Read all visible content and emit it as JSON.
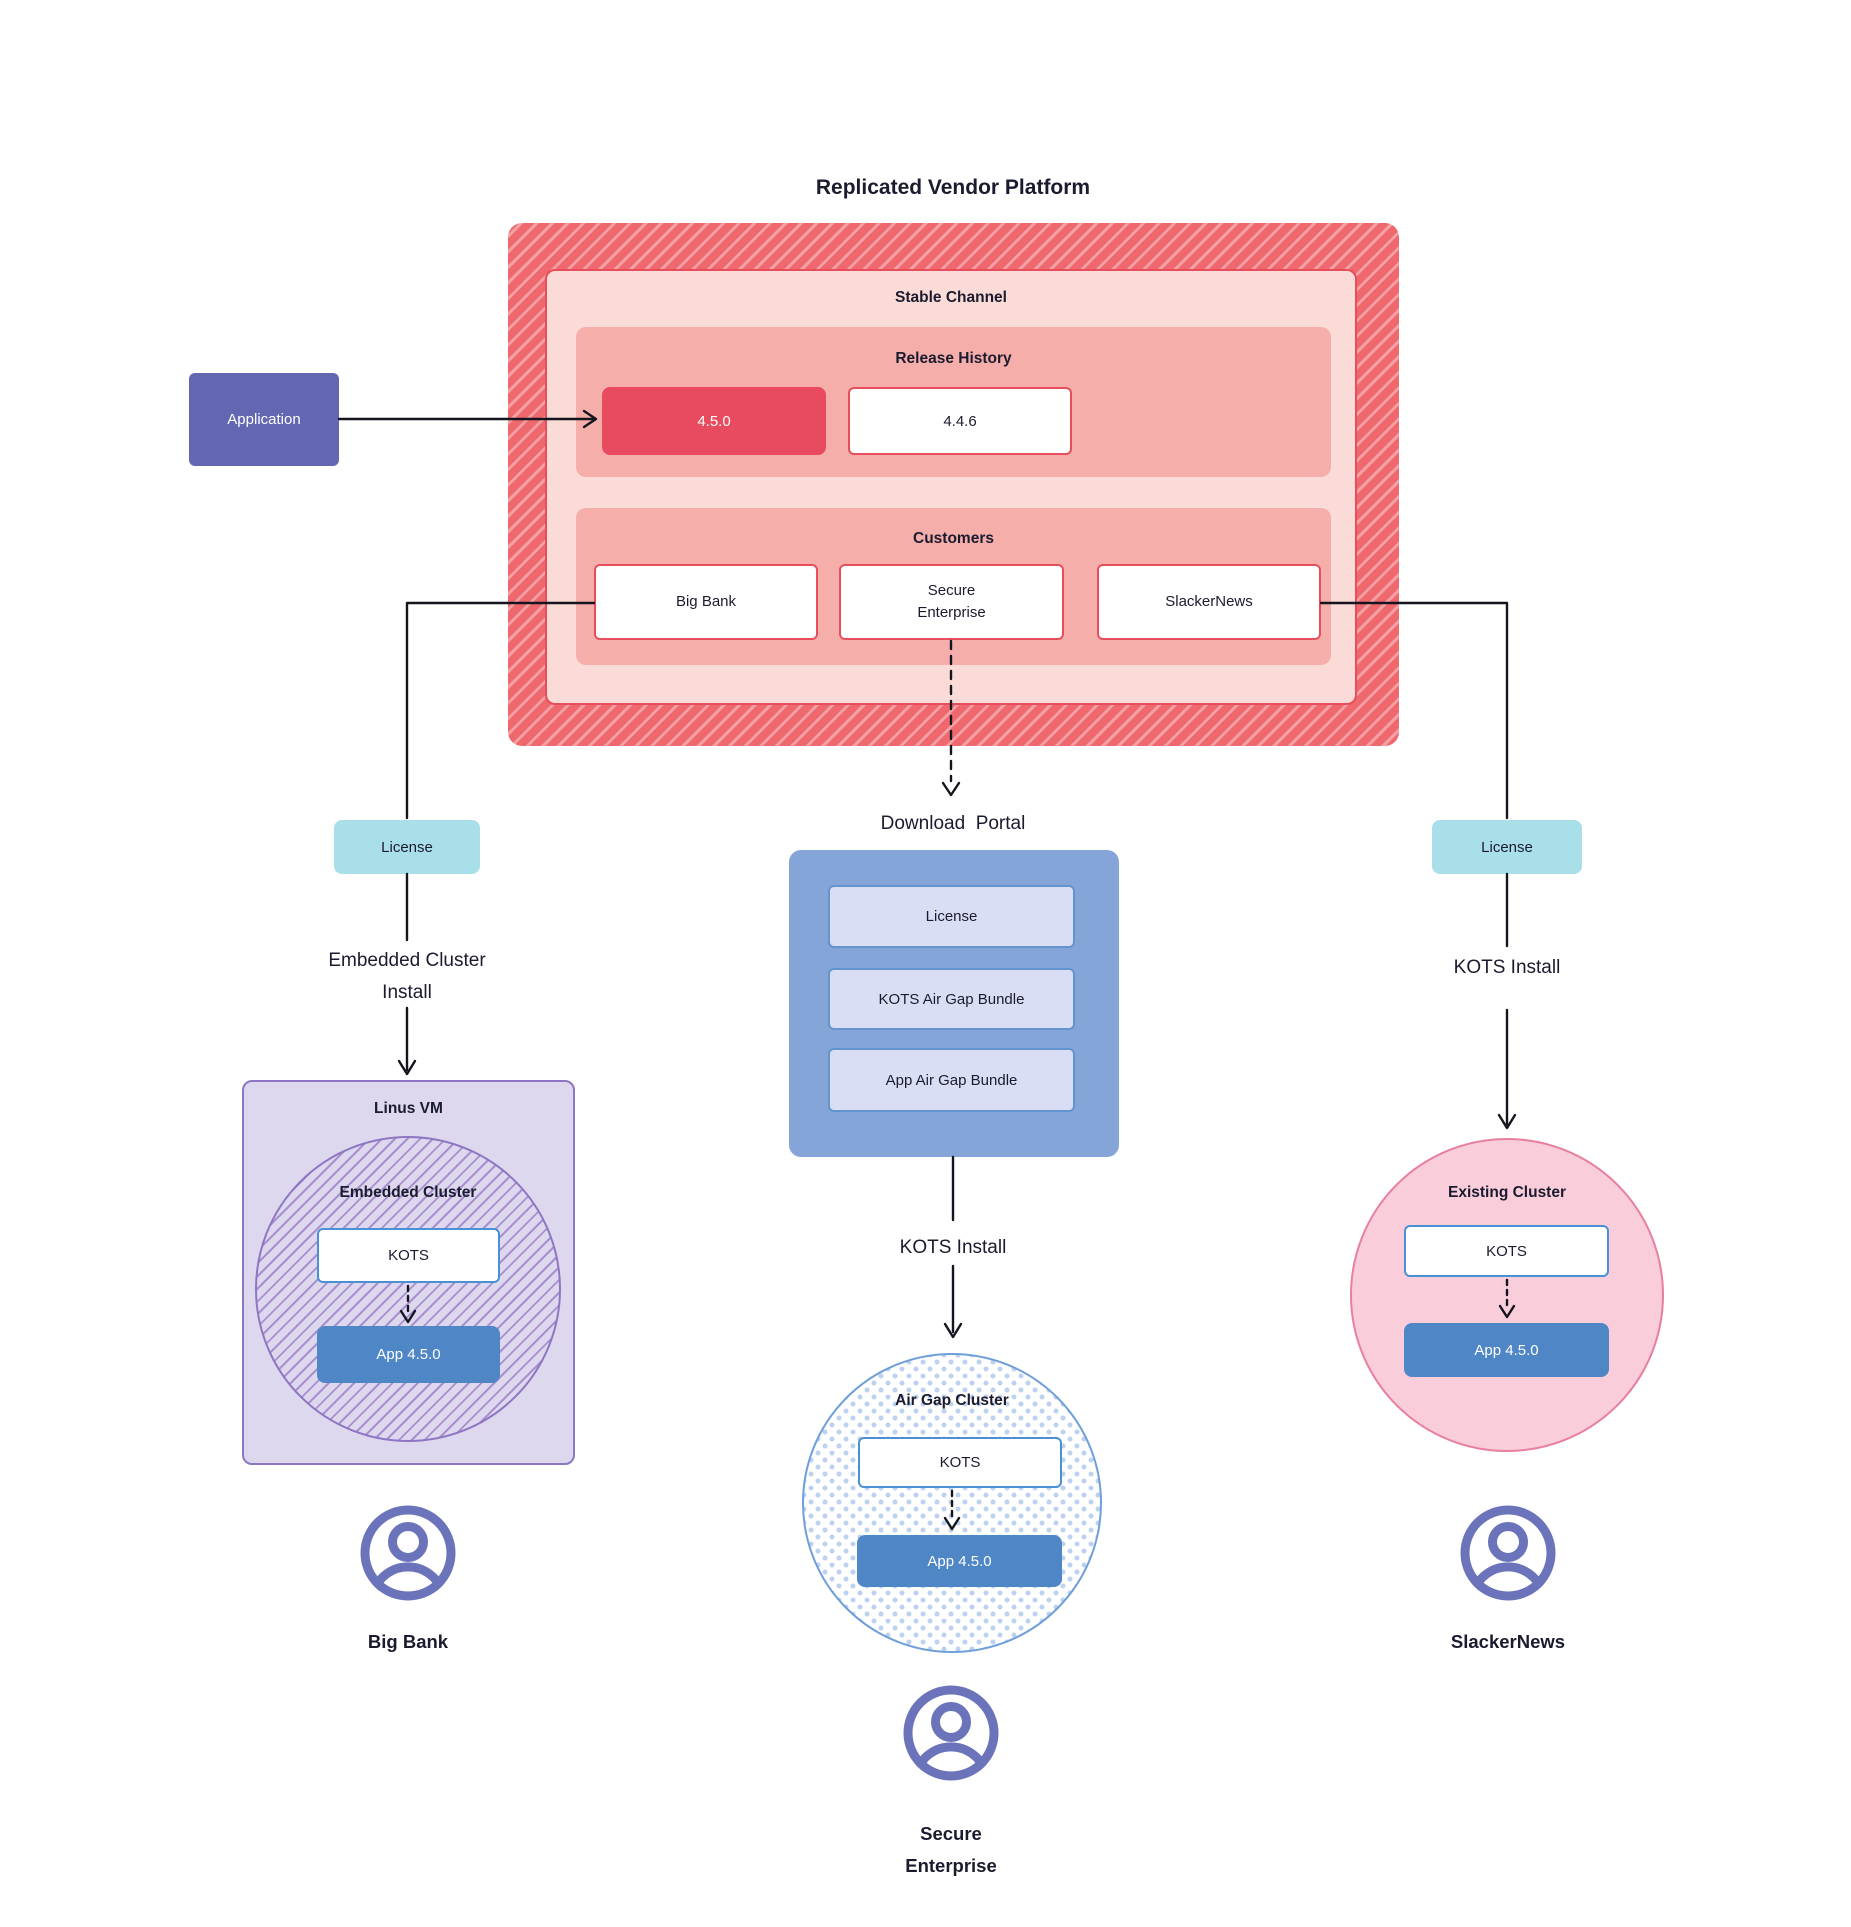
{
  "title": "Replicated Vendor Platform",
  "platform": {
    "stable_channel_label": "Stable Channel",
    "release_history_label": "Release History",
    "releases": [
      {
        "version": "4.5.0"
      },
      {
        "version": "4.4.6"
      }
    ],
    "customers_label": "Customers",
    "customers": [
      "Big Bank",
      "Secure Enterprise",
      "SlackerNews"
    ]
  },
  "application_label": "Application",
  "flows": {
    "left": {
      "license_label": "License",
      "install_label": "Embedded Cluster Install",
      "vm_label": "Linus VM",
      "cluster_label": "Embedded Cluster",
      "kots_label": "KOTS",
      "app_label": "App 4.5.0",
      "customer_label": "Big Bank"
    },
    "center": {
      "portal_label": "Download  Portal",
      "portal_items": [
        "License",
        "KOTS Air Gap Bundle",
        "App Air Gap Bundle"
      ],
      "install_label": "KOTS Install",
      "cluster_label": "Air Gap Cluster",
      "kots_label": "KOTS",
      "app_label": "App 4.5.0",
      "customer_label_line1": "Secure",
      "customer_label_line2": "Enterprise"
    },
    "right": {
      "license_label": "License",
      "install_label": "KOTS Install",
      "cluster_label": "Existing Cluster",
      "kots_label": "KOTS",
      "app_label": "App 4.5.0",
      "customer_label": "SlackerNews"
    }
  },
  "colors": {
    "hatch_red_base": "#ee686e",
    "hatch_red_stripe": "#f4a0a3",
    "channel_pink": "#fbdbd7",
    "section_salmon": "#f6aeaa",
    "border_red": "#e74d5a",
    "release_current_red": "#e84a5f",
    "application_purple": "#6367b2",
    "license_cyan": "#a9dfe8",
    "portal_blue": "#85a4d8",
    "portal_item_fill": "#d9def4",
    "kots_border_blue": "#4a90d5",
    "app_blue": "#4f86c6",
    "vm_lavender": "#ded8ee",
    "vm_border_purple": "#8e76c3",
    "existing_pink": "#f9cdd9",
    "existing_border_pink": "#e87f9e",
    "airgap_border_blue": "#6f9fd8",
    "person_purple": "#6b74ba",
    "text_dark": "#1b1b2f"
  }
}
